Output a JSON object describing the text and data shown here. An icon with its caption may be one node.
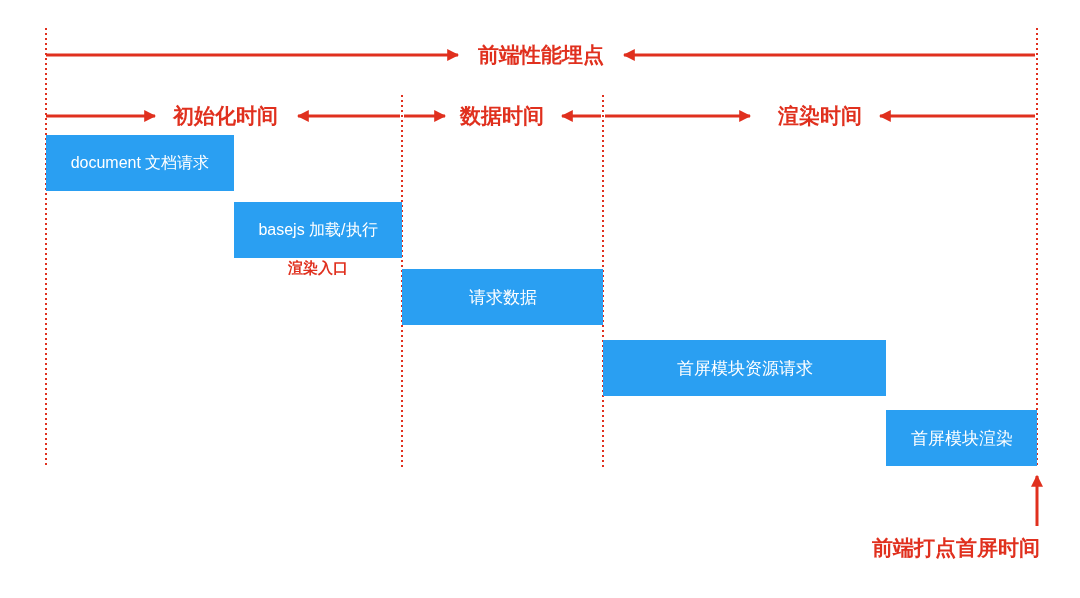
{
  "diagram": {
    "nodes": [
      {
        "text": [
          "document 文档请求"
        ]
      },
      {
        "text": [
          "basejs 加载/执行"
        ],
        "beside": [
          "渲染入口"
        ]
      },
      {
        "text": [
          "请求数据"
        ]
      },
      {
        "text": [
          "首屏模块资源请求"
        ]
      },
      {
        "text": [
          "首屏模块渲染"
        ]
      },
      {
        "text": [
          "前端打点首屏时间"
        ]
      }
    ],
    "edges": [
      {
        "from": 5,
        "to": 4,
        "arrow": "to"
      }
    ],
    "labels": [
      "前端性能埋点",
      "初始化时间",
      "数据时间",
      "渲染时间"
    ]
  }
}
